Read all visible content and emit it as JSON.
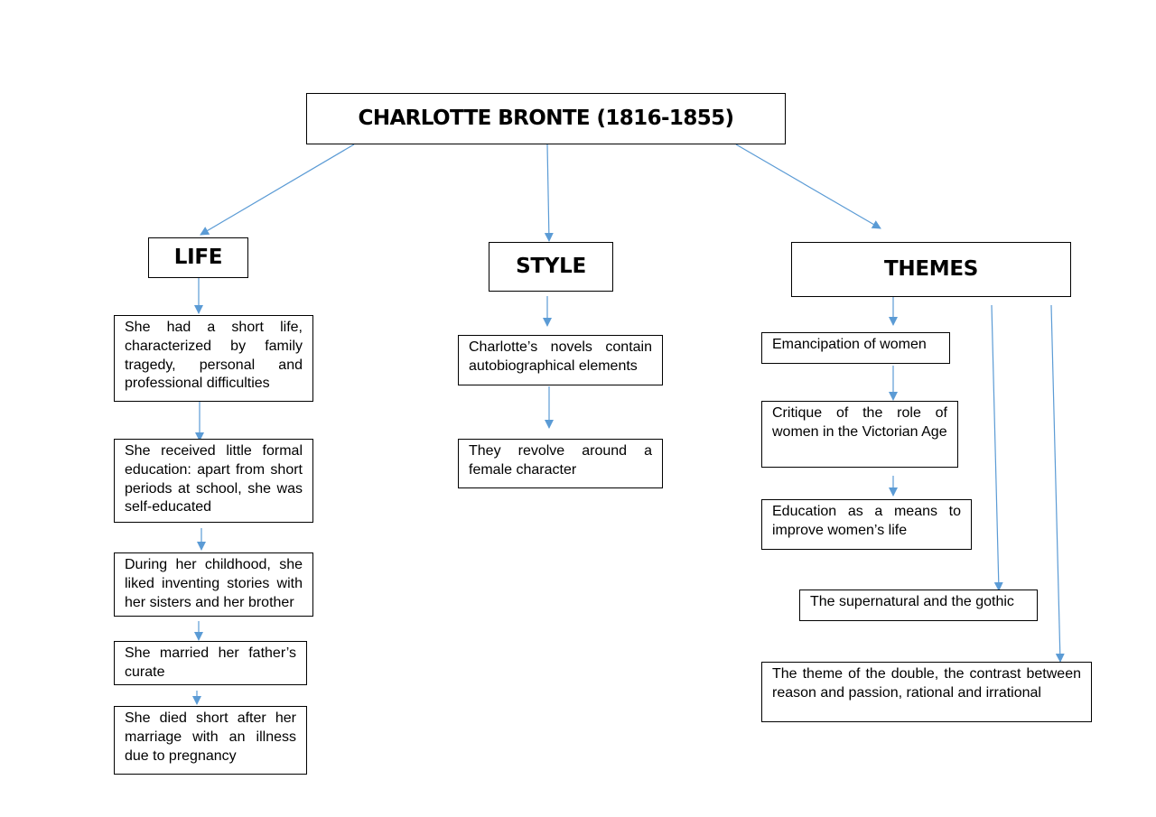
{
  "title": "CHARLOTTE BRONTE (1816-1855)",
  "headings": {
    "life": "LIFE",
    "style": "STYLE",
    "themes": "THEMES"
  },
  "life": [
    "She had a short life, characterized by family tragedy, personal and professional difficulties",
    "She received little formal education: apart from short periods at school, she was self-educated",
    "During her childhood, she liked inventing stories with her sisters and her brother",
    "She married her father’s curate",
    "She died short after her marriage with an illness due to pregnancy"
  ],
  "style": [
    "Charlotte’s novels contain autobiographical elements",
    "They revolve around a female character"
  ],
  "themes": [
    "Emancipation of women",
    "Critique of the role of women in the Victorian Age",
    "Education as a means to improve women’s life",
    "The supernatural and the gothic",
    "The theme of the double, the contrast between reason and passion, rational and irrational"
  ],
  "colors": {
    "arrow": "#5B9BD5",
    "border": "#000000"
  }
}
